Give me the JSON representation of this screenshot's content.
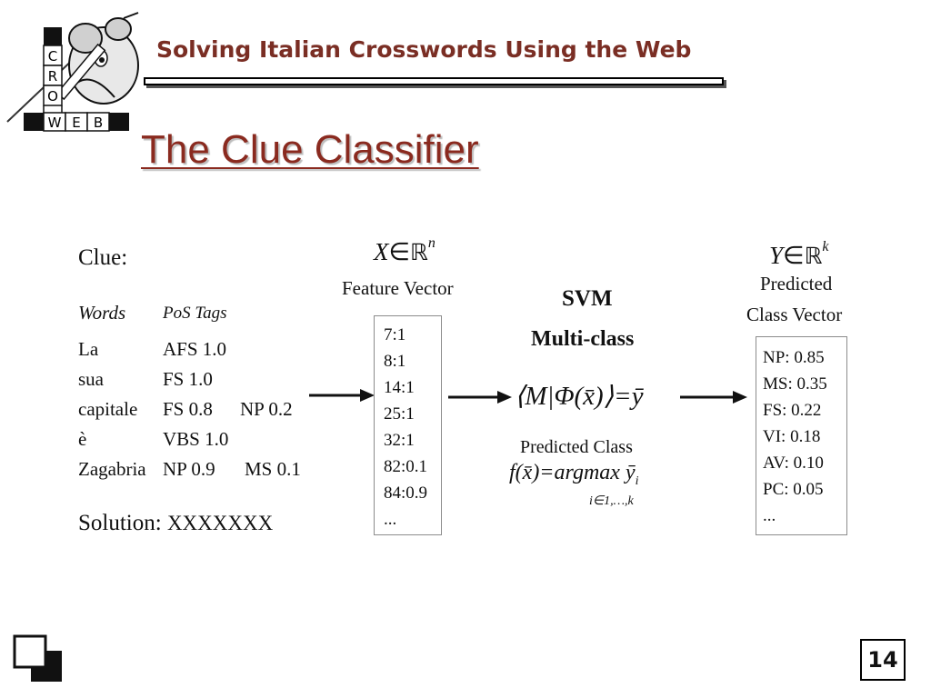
{
  "header": {
    "title": "Solving Italian Crosswords Using the Web",
    "logo_letters": [
      "C",
      "R",
      "O",
      "W",
      "E",
      "B"
    ]
  },
  "slide": {
    "title": "The Clue Classifier",
    "page_number": "14"
  },
  "diagram": {
    "clue_label": "Clue:",
    "columns": {
      "words": "Words",
      "pos_tags": "PoS Tags"
    },
    "rows": [
      {
        "word": "La",
        "tag1": "AFS 1.0",
        "tag2": ""
      },
      {
        "word": "sua",
        "tag1": "FS 1.0",
        "tag2": ""
      },
      {
        "word": "capitale",
        "tag1": "FS 0.8",
        "tag2": "NP 0.2"
      },
      {
        "word": "è",
        "tag1": "VBS 1.0",
        "tag2": ""
      },
      {
        "word": "Zagabria",
        "tag1": "NP 0.9",
        "tag2": "MS 0.1"
      }
    ],
    "solution_label": "Solution:",
    "solution_value": "XXXXXXX",
    "feature": {
      "math_var": "X",
      "math_in": "∈",
      "math_set": "ℝ",
      "math_exp": "n",
      "label": "Feature Vector",
      "items": [
        "7:1",
        "8:1",
        "14:1",
        "25:1",
        "32:1",
        "82:0.1",
        "84:0.9",
        "..."
      ]
    },
    "svm": {
      "line1": "SVM",
      "line2": "Multi-class",
      "formula": "⟨M|Φ(x̄)⟩=ȳ",
      "predicted_label": "Predicted Class",
      "argmax_formula": "f(x̄)=argmax ȳ",
      "argmax_sub_i": "i",
      "argmax_range": "i∈1,…,k"
    },
    "output": {
      "math_var": "Y",
      "math_in": "∈",
      "math_set": "ℝ",
      "math_exp": "k",
      "label_line1": "Predicted",
      "label_line2": "Class Vector",
      "items": [
        "NP: 0.85",
        "MS: 0.35",
        "FS: 0.22",
        "VI: 0.18",
        "AV: 0.10",
        "PC: 0.05",
        "..."
      ]
    }
  }
}
